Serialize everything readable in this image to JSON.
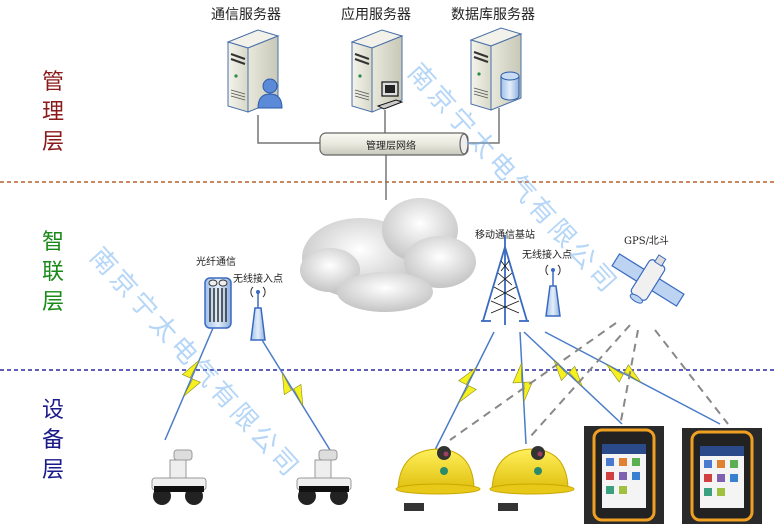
{
  "layers": {
    "management": {
      "label": "管理层",
      "color": "#8b1a1a"
    },
    "smart_link": {
      "label": "智联层",
      "color": "#1a8a1a"
    },
    "device": {
      "label": "设备层",
      "color": "#1a1a8b"
    }
  },
  "servers": [
    {
      "label": "通信服务器",
      "badge": "user-icon"
    },
    {
      "label": "应用服务器",
      "badge": "computer-icon"
    },
    {
      "label": "数据库服务器",
      "badge": "database-icon"
    }
  ],
  "network": {
    "label": "管理层网络"
  },
  "smart_link": {
    "fiber": "光纤通信",
    "wireless_ap_left": "无线接入点",
    "base_station": "移动通信基站",
    "wireless_ap_right": "无线接入点",
    "gps": "GPS/北斗"
  },
  "devices": {
    "robots": [
      "inspection-robot",
      "inspection-robot"
    ],
    "helmets": [
      "smart-helmet",
      "smart-helmet"
    ],
    "tablets": [
      "rugged-tablet",
      "rugged-tablet"
    ]
  },
  "watermark": "南京宁太电气有限公司",
  "colors": {
    "management_divider": "#b5602c",
    "device_divider": "#2a2aa0",
    "link_blue": "#4a7cc8",
    "lightning": "#f5f020",
    "dash_gray": "#888888"
  }
}
